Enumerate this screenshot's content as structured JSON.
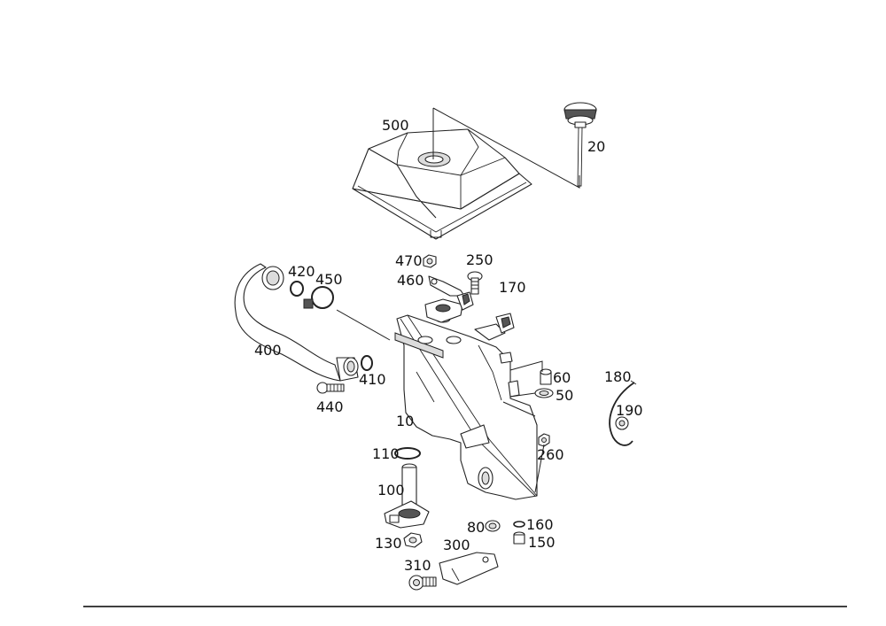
{
  "diagram": {
    "labels": {
      "p500": "500",
      "p20": "20",
      "p470": "470",
      "p250": "250",
      "p460": "460",
      "p170": "170",
      "p420": "420",
      "p450": "450",
      "p400": "400",
      "p410": "410",
      "p440": "440",
      "p60": "60",
      "p50": "50",
      "p180": "180",
      "p190": "190",
      "p10": "10",
      "p110": "110",
      "p260": "260",
      "p100": "100",
      "p80": "80",
      "p160": "160",
      "p150": "150",
      "p130": "130",
      "p300": "300",
      "p310": "310"
    },
    "colors": {
      "line": "#222222",
      "text": "#111111",
      "shade": "#dcdcdc",
      "background": "#ffffff"
    }
  }
}
